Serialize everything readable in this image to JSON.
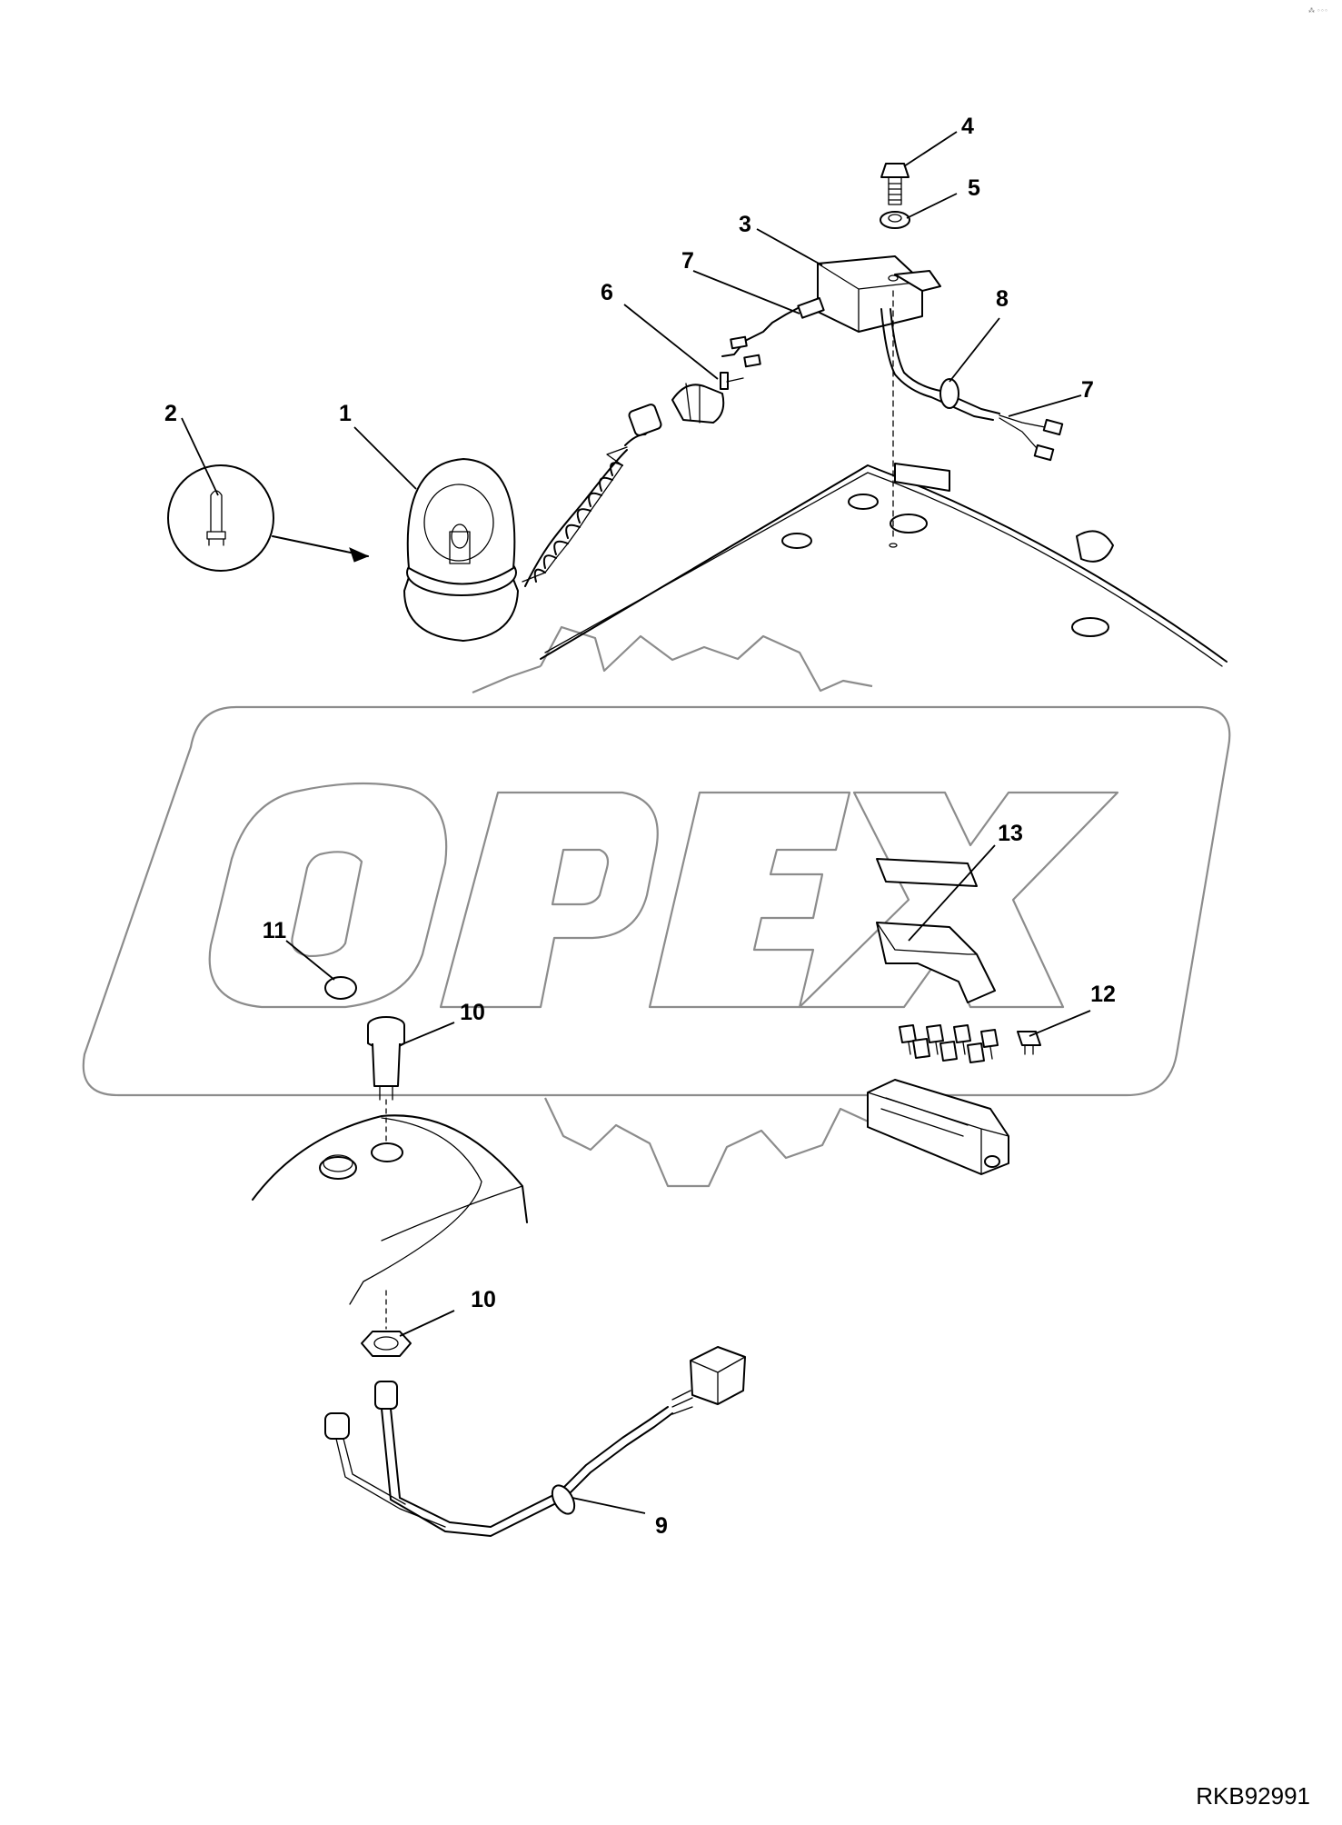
{
  "drawing": {
    "reference_code": "RKB92991",
    "watermark_text": "OPEX",
    "corner_mark": "⁂ ◦◦◦"
  },
  "callouts": [
    {
      "id": "c1",
      "label": "1"
    },
    {
      "id": "c2",
      "label": "2"
    },
    {
      "id": "c3",
      "label": "3"
    },
    {
      "id": "c4",
      "label": "4"
    },
    {
      "id": "c5",
      "label": "5"
    },
    {
      "id": "c6",
      "label": "6"
    },
    {
      "id": "c7a",
      "label": "7"
    },
    {
      "id": "c7b",
      "label": "7"
    },
    {
      "id": "c8",
      "label": "8"
    },
    {
      "id": "c9",
      "label": "9"
    },
    {
      "id": "c10a",
      "label": "10"
    },
    {
      "id": "c10b",
      "label": "10"
    },
    {
      "id": "c11",
      "label": "11"
    },
    {
      "id": "c12",
      "label": "12"
    },
    {
      "id": "c13",
      "label": "13"
    }
  ],
  "colors": {
    "line": "#000000",
    "watermark": "#8c8c8c",
    "background": "#ffffff"
  }
}
